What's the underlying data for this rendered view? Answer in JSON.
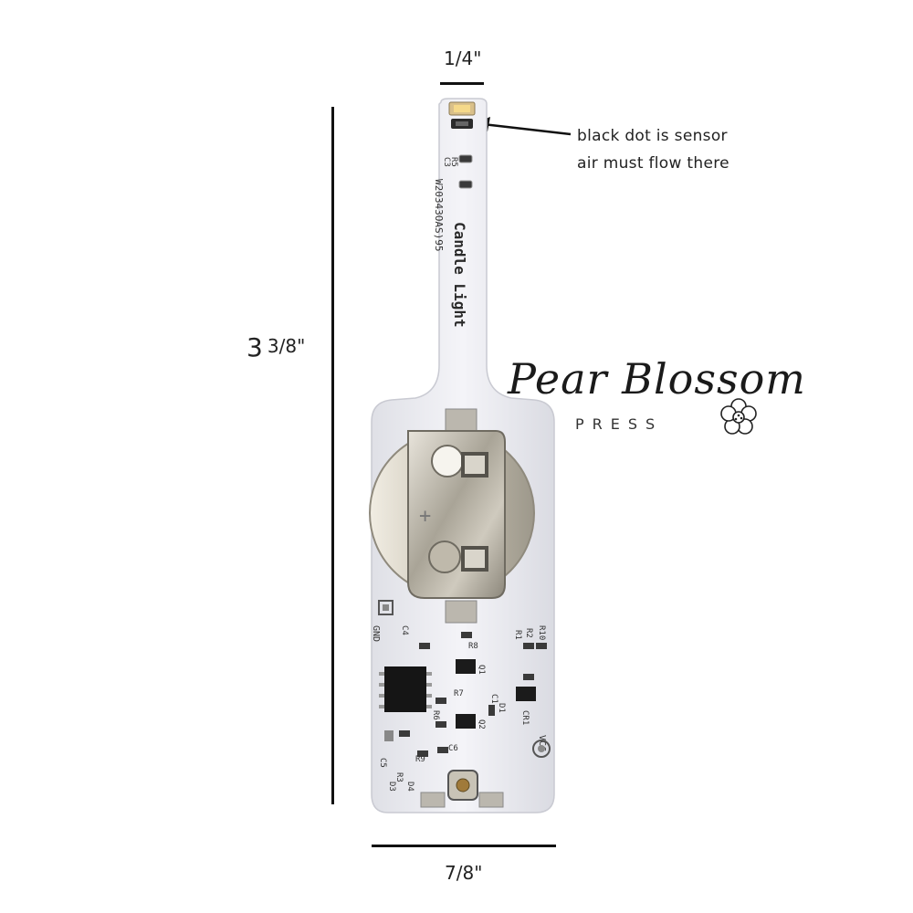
{
  "dimensions": {
    "top_width": "1/4\"",
    "height_whole": "3",
    "height_fraction": "3/8\"",
    "bottom_width": "7/8\""
  },
  "annotation": {
    "line1": "black dot is sensor",
    "line2": "air must flow there"
  },
  "logo": {
    "name": "Pear Blossom",
    "tagline": "PRESS"
  },
  "board": {
    "title": "Candle Light",
    "serial": "W20343OAS)95",
    "labels": {
      "gnd": "GND",
      "vcc": "VCC",
      "c4": "C4",
      "c5": "C5",
      "c6": "C6",
      "c3": "C3",
      "r1": "R1",
      "r2": "R2",
      "r3": "R3",
      "r5": "R5",
      "r6": "R6",
      "r7": "R7",
      "r8": "R8",
      "r9": "R9",
      "r10": "R10",
      "q1": "Q1",
      "q2": "Q2",
      "d1": "D1",
      "d3": "D3",
      "d4": "D4",
      "cr1": "CR1",
      "c1": "C1",
      "plus": "+"
    }
  }
}
